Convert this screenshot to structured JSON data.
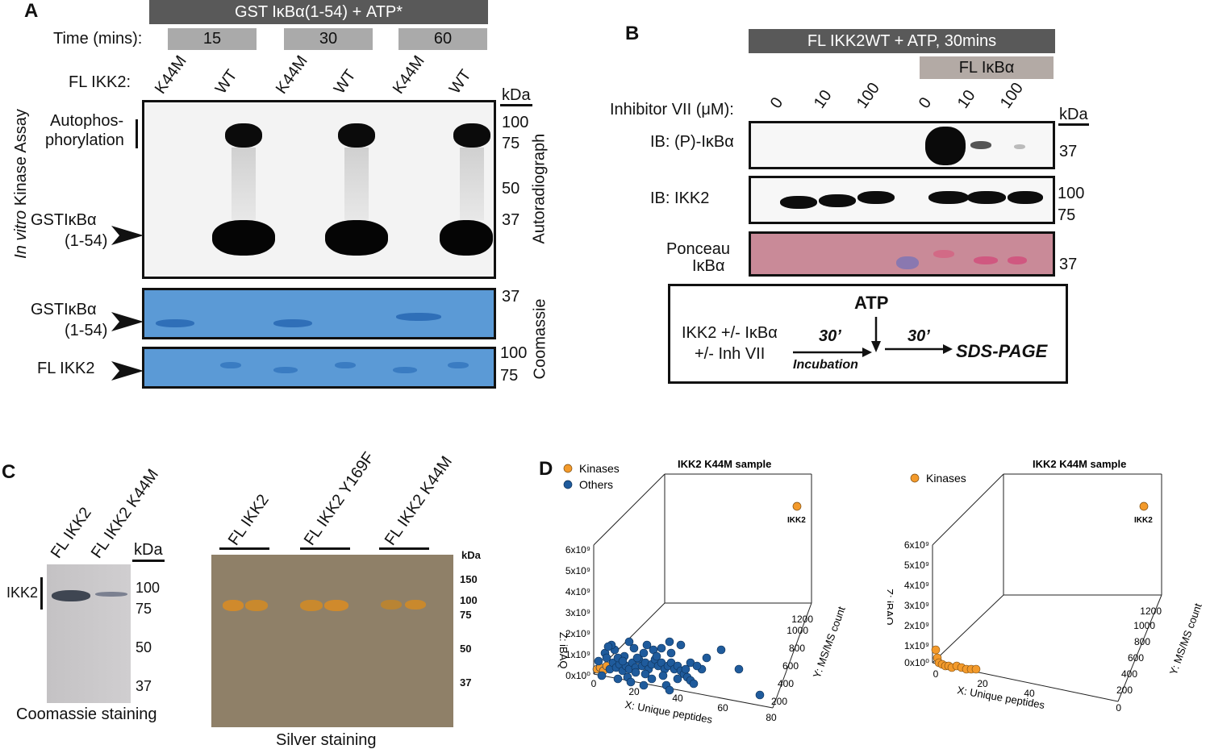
{
  "panels": {
    "A": {
      "letter": "A",
      "top_bar": "GST IκBα(1-54) + ATP*",
      "time_label": "Time (mins):",
      "times": [
        "15",
        "30",
        "60"
      ],
      "ikk_label": "FL IKK2:",
      "lanes": [
        "K44M",
        "WT",
        "K44M",
        "WT",
        "K44M",
        "WT"
      ],
      "kda": "kDa",
      "side_label_italic": "In vitro",
      "side_label_rest": "Kinase Assay",
      "autophos_1": "Autophos-",
      "autophos_2": "phorylation",
      "gst_1": "GSTIκBα",
      "gst_2": "(1-54)",
      "fl_ikk2": "FL IKK2",
      "markers_auto": [
        "100",
        "75",
        "50",
        "37"
      ],
      "marker_coom1": "37",
      "markers_coom2": [
        "100",
        "75"
      ],
      "autoradiograph": "Autoradiograph",
      "coomassie": "Coomassie"
    },
    "B": {
      "letter": "B",
      "top_bar": "FL IKK2WT +  ATP, 30mins",
      "sub_bar": "FL IκBα",
      "inhibitor_label": "Inhibitor VII (μM):",
      "conc": [
        "0",
        "10",
        "100",
        "0",
        "10",
        "100"
      ],
      "kda": "kDa",
      "ib_p": "IB: (P)-IκBα",
      "ib_ikk2": "IB: IKK2",
      "ponceau_1": "Ponceau",
      "ponceau_2": "IκBα",
      "marker_p": "37",
      "markers_ikk2": [
        "100",
        "75"
      ],
      "marker_ponceau": "37",
      "scheme": {
        "atp": "ATP",
        "left_1": "IKK2 +/- IκBα",
        "left_2": "+/- Inh VII",
        "t1": "30’",
        "t2": "30’",
        "incubation": "Incubation",
        "end": "SDS-PAGE"
      }
    },
    "C": {
      "letter": "C",
      "coom_lanes": [
        "FL IKK2",
        "FL IKK2 K44M"
      ],
      "kda": "kDa",
      "ikk2_label": "IKK2",
      "coom_markers": [
        "100",
        "75",
        "50",
        "37"
      ],
      "coom_caption": "Coomassie staining",
      "silver_lanes": [
        "FL IKK2",
        "FL IKK2 Y169F",
        "FL IKK2 K44M"
      ],
      "silver_kda": "kDa",
      "silver_markers": [
        "150",
        "100",
        "75",
        "50",
        "37"
      ],
      "silver_caption": "Silver staining"
    },
    "D": {
      "letter": "D",
      "plot1": {
        "title": "IKK2 K44M sample",
        "legend": [
          "Kinases",
          "Others"
        ],
        "z_axis": "Z: iBAQ",
        "x_axis": "X: Unique peptides",
        "y_axis": "Y: MS/MS count",
        "z_ticks": [
          "6x10⁹",
          "5x10⁹",
          "4x10⁹",
          "3x10⁹",
          "2x10⁹",
          "1x10⁹",
          "0x10⁰"
        ],
        "x_ticks": [
          "0",
          "20",
          "40",
          "60",
          "80"
        ],
        "y_ticks": [
          "200",
          "400",
          "600",
          "800",
          "1000",
          "1200"
        ],
        "point_label": "IKK2"
      },
      "plot2": {
        "title": "IKK2 K44M sample",
        "legend": [
          "Kinases"
        ],
        "z_axis": "Z: iBAQ",
        "x_axis": "X: Unique peptides",
        "y_axis": "Y: MS/MS count",
        "z_ticks": [
          "6x10⁹",
          "5x10⁹",
          "4x10⁹",
          "3x10⁹",
          "2x10⁹",
          "1x10⁹",
          "0x10⁰"
        ],
        "x_ticks": [
          "0",
          "20",
          "40"
        ],
        "y_ticks": [
          "0",
          "200",
          "400",
          "600",
          "800",
          "1000",
          "1200"
        ],
        "point_label": "IKK2"
      }
    }
  },
  "colors": {
    "dark_bar": "#595959",
    "grey_box": "#a9a9a9",
    "light_bar": "#b3aaa5",
    "coomassie_blue": "#4a8fd0",
    "kinase_orange": "#f39a2b",
    "others_blue": "#1f5b9c",
    "ponceau_pink": "#c98a98",
    "silver_bg": "#8f8068"
  }
}
